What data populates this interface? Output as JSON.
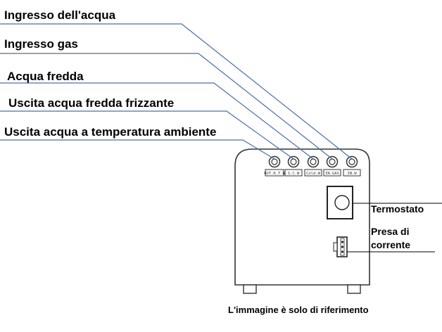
{
  "callouts": {
    "water_inlet": "Ingresso dell'acqua",
    "gas_inlet": "Ingresso gas",
    "cold_water": "Acqua fredda",
    "sparkling_outlet": "Uscita acqua fredda frizzante",
    "ambient_outlet": "Uscita acqua a temperatura ambiente"
  },
  "ports": {
    "ambient": "OUT.R.T.W",
    "sparkling": "S.C.W",
    "cold": "Cold.W",
    "gas": "IN.GAS",
    "inlet": "IN.W"
  },
  "side_labels": {
    "thermostat": "Termostato",
    "power_1": "Presa di",
    "power_2": "corrente"
  },
  "caption": "L'immagine è solo di riferimento"
}
